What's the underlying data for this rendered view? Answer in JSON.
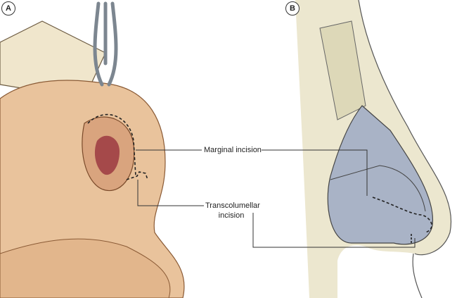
{
  "panels": {
    "a": "A",
    "b": "B"
  },
  "labels": {
    "marginal": "Marginal incision",
    "transcolumellar_1": "Transcolumellar",
    "transcolumellar_2": "incision"
  },
  "colors": {
    "skin": "#e9c39c",
    "bone": "#e8e2c6",
    "cartilage": "#a9b3c6",
    "leader": "#333333"
  }
}
